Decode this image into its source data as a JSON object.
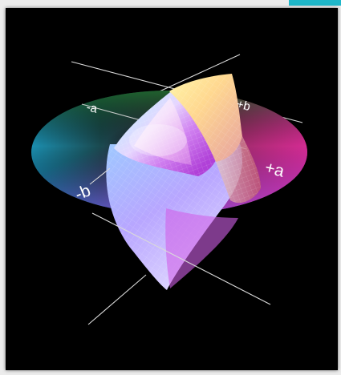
{
  "diagram": {
    "axis_labels": {
      "neg_a": "-a",
      "pos_a": "+a",
      "neg_b": "-b",
      "pos_b": "+b"
    }
  },
  "colors": {
    "background": "#000000",
    "frame": "#ececec",
    "accent": "#1fb7c9",
    "axis_line": "#d9d9d9",
    "label": "#ffffff"
  }
}
